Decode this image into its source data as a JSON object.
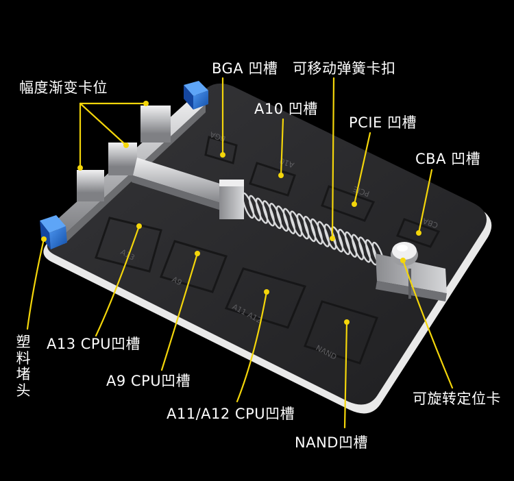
{
  "labels": {
    "bga": "BGA 凹槽",
    "spring_clip": "可移动弹簧卡扣",
    "gradient_clips": "幅度渐变卡位",
    "a10": "A10 凹槽",
    "pcie": "PCIE 凹槽",
    "cba": "CBA 凹槽",
    "a13": "A13 CPU凹槽",
    "a9": "A9 CPU凹槽",
    "a11_a12": "A11/A12 CPU凹槽",
    "nand": "NAND凹槽",
    "rotating_lock": "可旋转定位卡",
    "plastic_cap": [
      "塑",
      "料",
      "堵",
      "头"
    ]
  },
  "engraved": {
    "bga": "BGA",
    "a10": "A10",
    "pcie": "PCIE",
    "cba": "CBA",
    "a13": "A13",
    "a9": "A9",
    "a11_a12": "A11 A12",
    "nand": "NAND"
  },
  "colors": {
    "background": "#000000",
    "plate": "#2b2b2d",
    "plate_edge": "#e9e9e9",
    "callout": "#f4d60a",
    "cap_blue": "#1f6fd6",
    "metal": "#c9cacc"
  }
}
